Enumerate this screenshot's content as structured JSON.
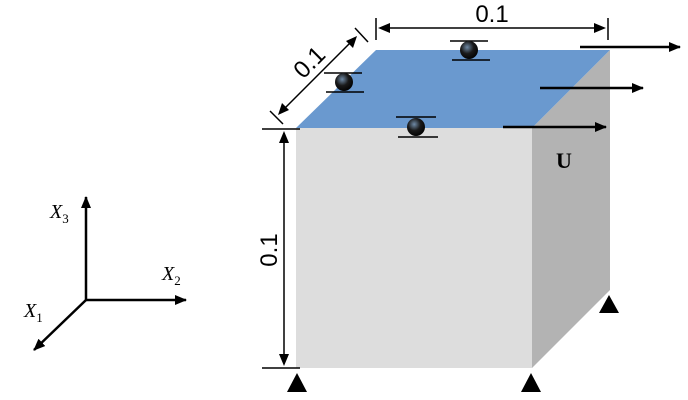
{
  "axes": {
    "x1": {
      "base": "X",
      "sub": "1"
    },
    "x2": {
      "base": "X",
      "sub": "2"
    },
    "x3": {
      "base": "X",
      "sub": "3"
    }
  },
  "dimensions": {
    "depth": "0.1",
    "width": "0.1",
    "height": "0.1"
  },
  "velocity_label": "U",
  "colors": {
    "top_face": "#6a99cf",
    "front_face": "#dddddd",
    "side_face": "#b3b3b3",
    "line": "#000000"
  }
}
